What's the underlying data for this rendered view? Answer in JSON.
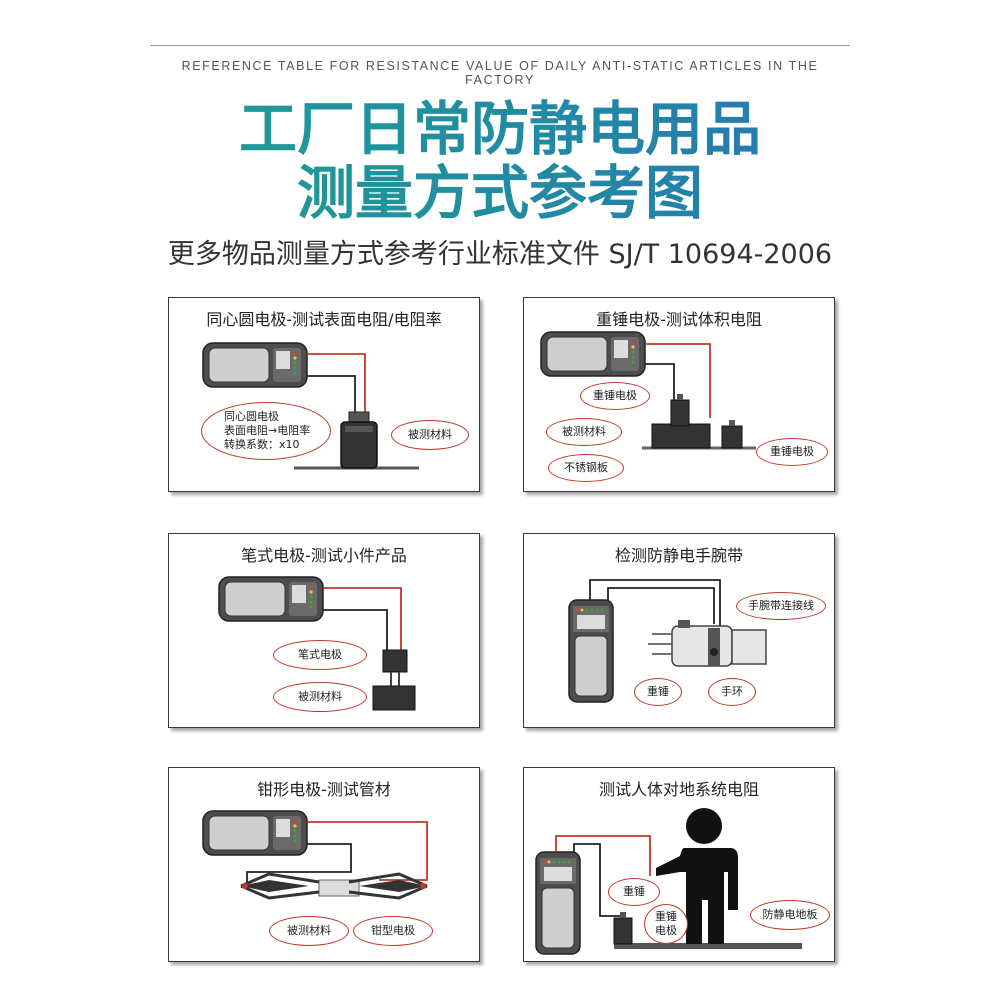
{
  "header": {
    "eng_title": "REFERENCE TABLE FOR RESISTANCE VALUE OF DAILY ANTI-STATIC ARTICLES IN THE FACTORY",
    "title_line1": "工厂日常防静电用品",
    "title_line2": "测量方式参考图",
    "subtitle": "更多物品测量方式参考行业标准文件 SJ/T 10694-2006"
  },
  "colors": {
    "wire_red": "#c0392b",
    "wire_black": "#222222",
    "meter_body": "#555555",
    "title_teal": "#1fa58c",
    "title_blue": "#2a6fb8"
  },
  "panels": {
    "concentric": {
      "title": "同心圆电极-测试表面电阻/电阻率",
      "bubble_lines": [
        "同心圆电极",
        "表面电阻→电阻率",
        "转换系数：x10"
      ],
      "label_material": "被测材料"
    },
    "hammer": {
      "title": "重锤电极-测试体积电阻",
      "label_electrode": "重锤电极",
      "label_material": "被测材料",
      "label_plate": "不锈钢板",
      "label_electrode2": "重锤电极"
    },
    "pen": {
      "title": "笔式电极-测试小件产品",
      "label_electrode": "笔式电极",
      "label_material": "被测材料"
    },
    "wrist": {
      "title": "检测防静电手腕带",
      "label_cord": "手腕带连接线",
      "label_hammer": "重锤",
      "label_band": "手环"
    },
    "clamp": {
      "title": "钳形电极-测试管材",
      "label_material": "被测材料",
      "label_electrode": "钳型电极"
    },
    "body": {
      "title": "测试人体对地系统电阻",
      "label_hammer": "重锤",
      "label_electrode_line1": "重锤",
      "label_electrode_line2": "电极",
      "label_floor": "防静电地板"
    }
  }
}
